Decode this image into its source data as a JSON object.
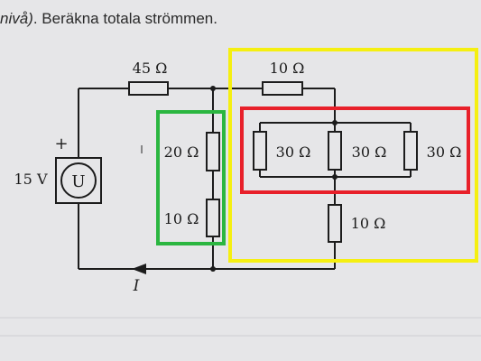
{
  "header": {
    "prefix": "nivå)",
    "suffix": ". Beräkna totala strömmen."
  },
  "circuit": {
    "source": {
      "voltage_label": "15 V",
      "symbol": "U",
      "plus": "+"
    },
    "current_label": "I",
    "resistors": [
      {
        "id": "r45",
        "label": "45 Ω"
      },
      {
        "id": "r10top",
        "label": "10 Ω"
      },
      {
        "id": "r20",
        "label": "20 Ω"
      },
      {
        "id": "r10left",
        "label": "10 Ω"
      },
      {
        "id": "r30a",
        "label": "30 Ω"
      },
      {
        "id": "r30b",
        "label": "30 Ω"
      },
      {
        "id": "r30c",
        "label": "30 Ω"
      },
      {
        "id": "r10bottom",
        "label": "10 Ω"
      }
    ],
    "cursor": "I"
  },
  "colors": {
    "green_box": "#2bb640",
    "yellow_box": "#f5ef11",
    "red_box": "#e8202a",
    "wire": "#1c1c1c",
    "paper": "#e6e6e8"
  }
}
